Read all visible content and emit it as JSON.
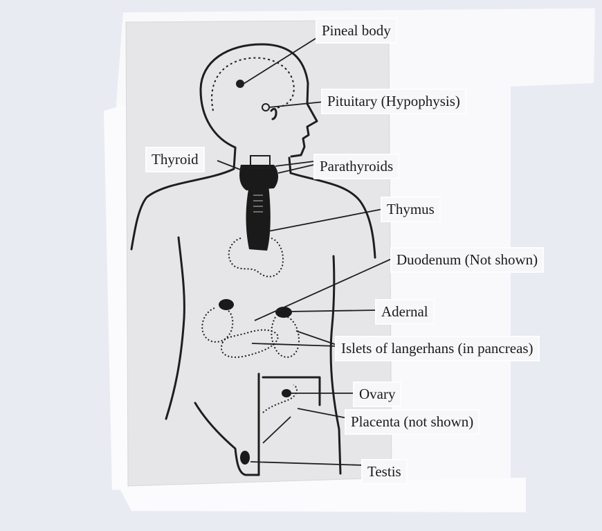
{
  "labels": {
    "pineal": "Pineal body",
    "pituitary": "Pituitary (Hypophysis)",
    "thyroid": "Thyroid",
    "parathyroids": "Parathyroids",
    "thymus": "Thymus",
    "duodenum": "Duodenum (Not shown)",
    "adrenal": "Adernal",
    "islets": "Islets of langerhans (in pancreas)",
    "ovary": "Ovary",
    "placenta": "Placenta (not shown)",
    "testis": "Testis"
  },
  "colors": {
    "paper": "#e9ebf3",
    "transparency_sheet": "#e6e5e7",
    "ink": "#1e1e1e",
    "label_background": "#f7f7f9"
  }
}
